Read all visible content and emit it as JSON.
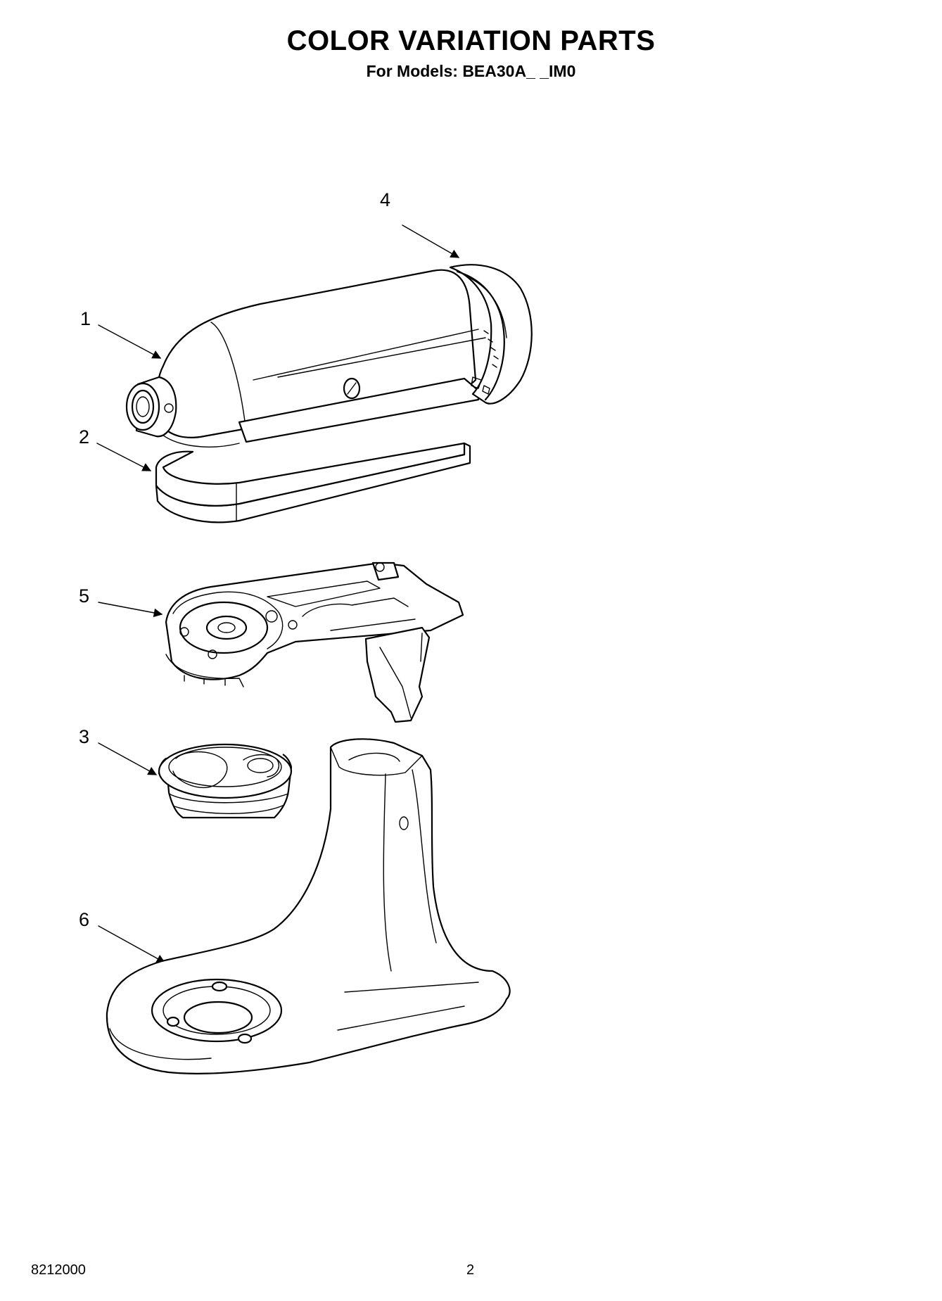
{
  "header": {
    "title": "COLOR VARIATION PARTS",
    "subtitle": "For Models: BEA30A_ _IM0"
  },
  "callouts": [
    "1",
    "2",
    "3",
    "4",
    "5",
    "6"
  ],
  "footer": {
    "doc_number": "8212000",
    "page_number": "2"
  }
}
